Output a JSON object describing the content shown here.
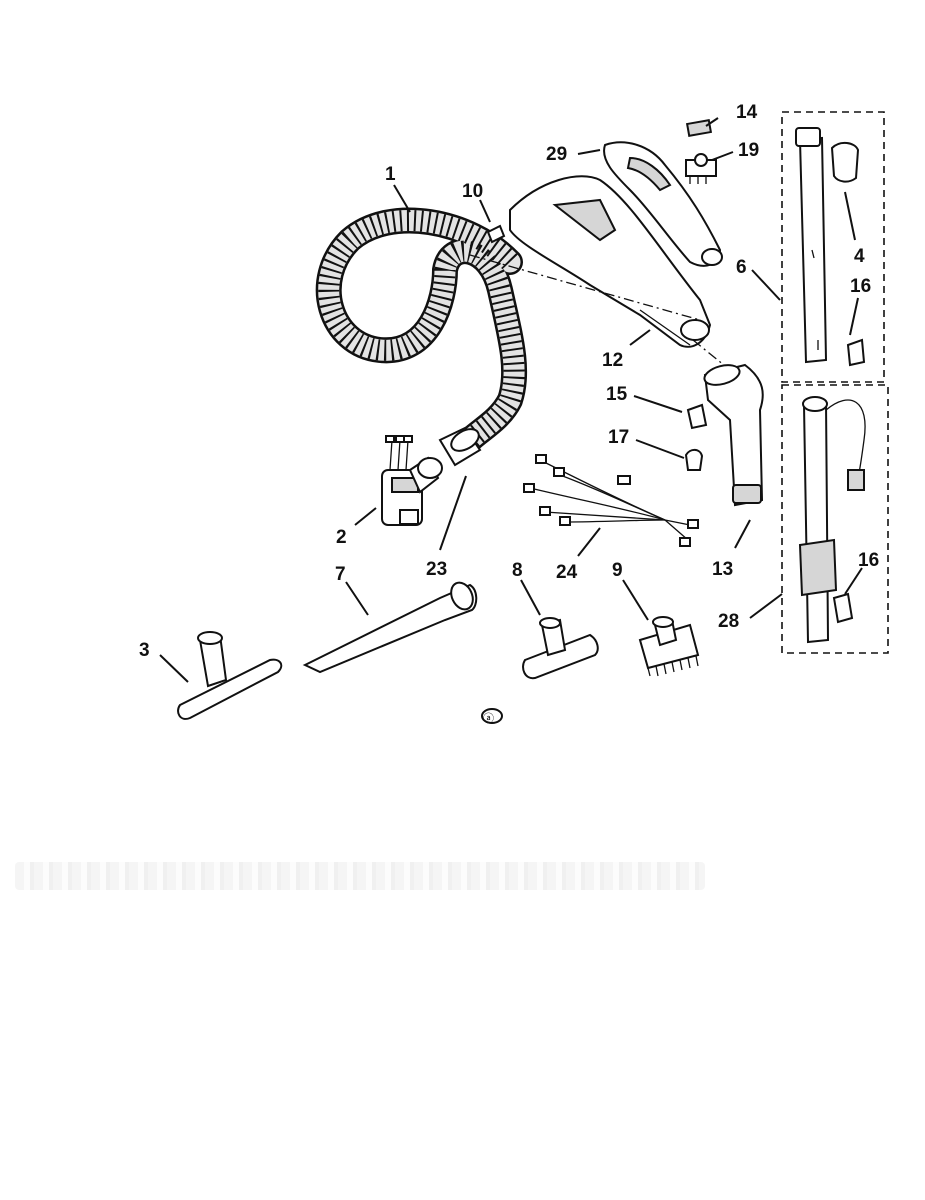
{
  "diagram": {
    "callouts": [
      {
        "id": "1",
        "text": "1"
      },
      {
        "id": "2",
        "text": "2"
      },
      {
        "id": "3",
        "text": "3"
      },
      {
        "id": "4",
        "text": "4"
      },
      {
        "id": "6",
        "text": "6"
      },
      {
        "id": "7",
        "text": "7"
      },
      {
        "id": "8",
        "text": "8"
      },
      {
        "id": "9",
        "text": "9"
      },
      {
        "id": "10",
        "text": "10"
      },
      {
        "id": "12",
        "text": "12"
      },
      {
        "id": "13",
        "text": "13"
      },
      {
        "id": "14",
        "text": "14"
      },
      {
        "id": "15",
        "text": "15"
      },
      {
        "id": "16a",
        "text": "16"
      },
      {
        "id": "16b",
        "text": "16"
      },
      {
        "id": "17",
        "text": "17"
      },
      {
        "id": "19",
        "text": "19"
      },
      {
        "id": "23",
        "text": "23"
      },
      {
        "id": "24",
        "text": "24"
      },
      {
        "id": "28",
        "text": "28"
      },
      {
        "id": "29",
        "text": "29"
      }
    ],
    "footnote_symbol": "ⓐ"
  }
}
